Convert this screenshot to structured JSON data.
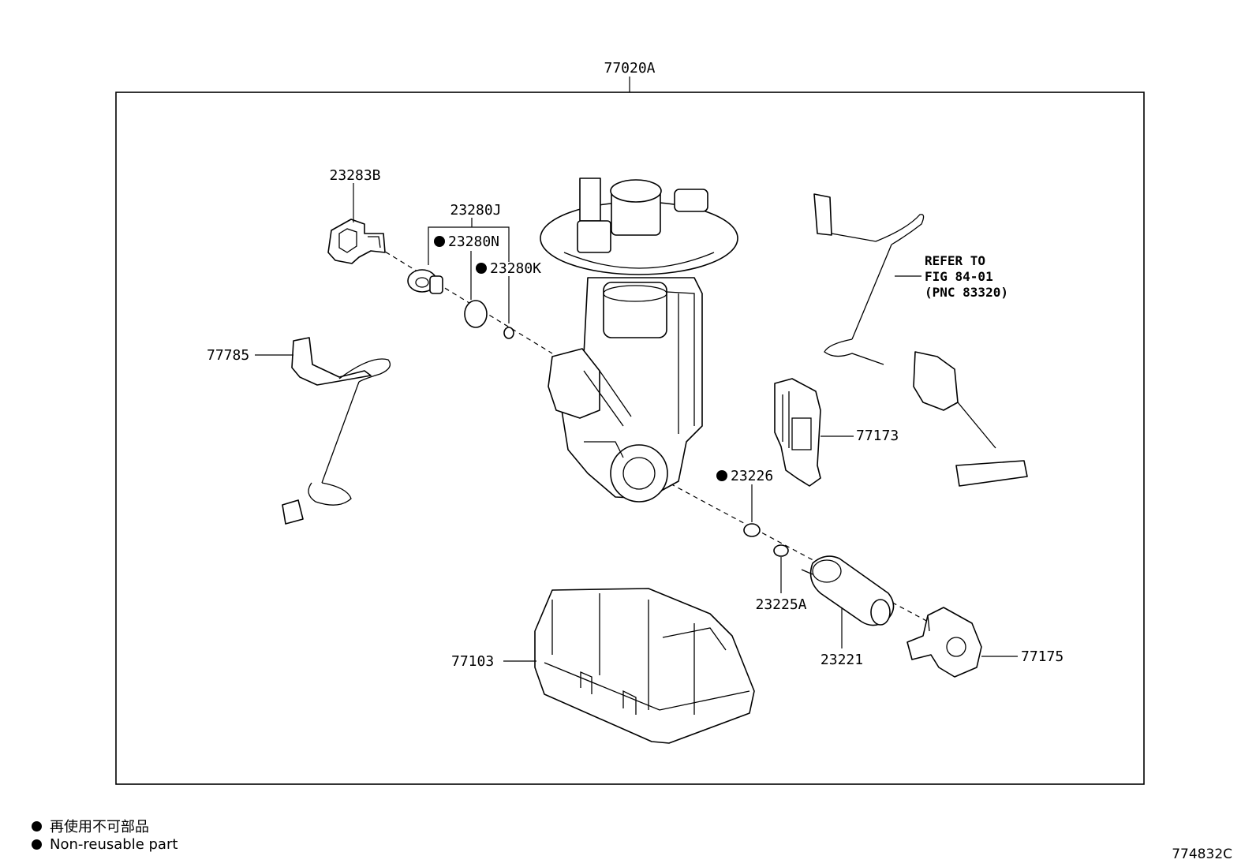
{
  "labels": {
    "assembly": "77020A",
    "p23283B": "23283B",
    "p23280J": "23280J",
    "p23280N": "23280N",
    "p23280K": "23280K",
    "p77785": "77785",
    "p77173": "77173",
    "p23226": "23226",
    "p23225A": "23225A",
    "p23221": "23221",
    "p77103": "77103",
    "p77175": "77175"
  },
  "reference": {
    "line1": "REFER TO",
    "line2": "FIG 84-01",
    "line3": "(PNC 83320)"
  },
  "legend": {
    "japanese": "再使用不可部品",
    "english": "Non-reusable part"
  },
  "diagram_code": "774832C"
}
